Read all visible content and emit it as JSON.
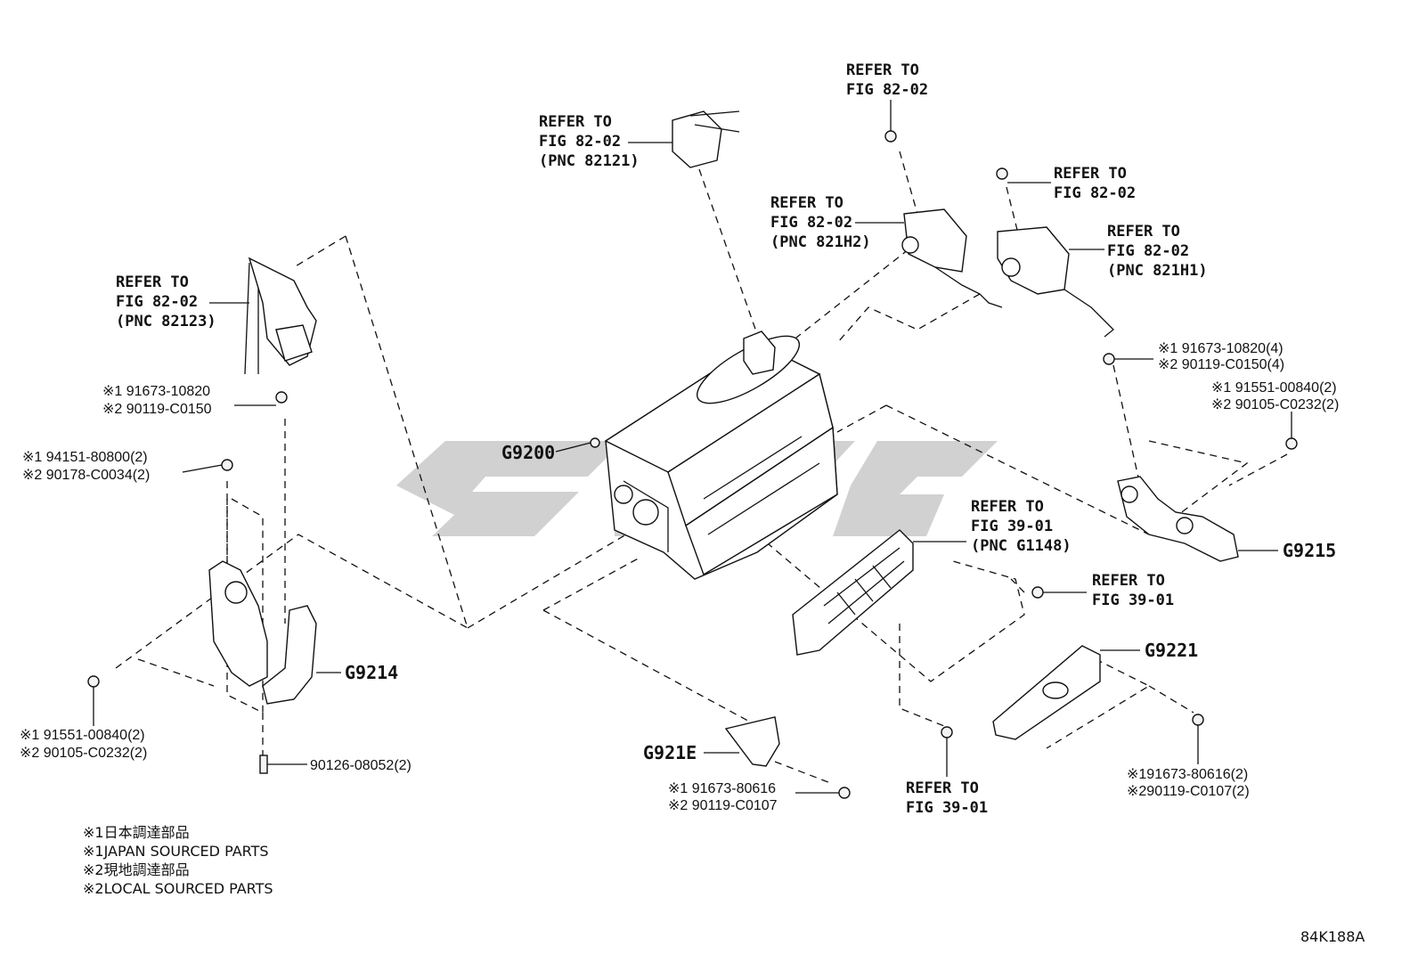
{
  "refs": {
    "r_82123": [
      "REFER TO",
      "FIG 82-02",
      "(PNC 82123)"
    ],
    "r_82121": [
      "REFER TO",
      "FIG 82-02",
      "(PNC 82121)"
    ],
    "r_top": [
      "REFER TO",
      "FIG 82-02"
    ],
    "r_821h2": [
      "REFER TO",
      "FIG 82-02",
      "(PNC 821H2)"
    ],
    "r_right_top": [
      "REFER TO",
      "FIG 82-02"
    ],
    "r_821h1": [
      "REFER TO",
      "FIG 82-02",
      "(PNC 821H1)"
    ],
    "r_g1148": [
      "REFER TO",
      "FIG 39-01",
      "(PNC G1148)"
    ],
    "r_39_right": [
      "REFER TO",
      "FIG 39-01"
    ],
    "r_39_bottom": [
      "REFER TO",
      "FIG 39-01"
    ]
  },
  "parts": {
    "g9200": "G9200",
    "g9214": "G9214",
    "g9215": "G9215",
    "g9221": "G9221",
    "g921e": "G921E"
  },
  "codes": {
    "c1": [
      "※1 91673-10820",
      "※2 90119-C0150"
    ],
    "c2": [
      "※1 94151-80800(2)",
      "※2 90178-C0034(2)"
    ],
    "c3": [
      "※1 91551-00840(2)",
      "※2 90105-C0232(2)"
    ],
    "c4": "90126-08052(2)",
    "c5": [
      "※1 91673-10820(4)",
      "※2 90119-C0150(4)"
    ],
    "c6": [
      "※1 91551-00840(2)",
      "※2 90105-C0232(2)"
    ],
    "c7": [
      "※1 91673-80616",
      "※2 90119-C0107"
    ],
    "c8": [
      "※191673-80616(2)",
      "※290119-C0107(2)"
    ]
  },
  "notes": [
    "※1日本調達部品",
    "※1JAPAN SOURCED PARTS",
    "※2現地調達部品",
    "※2LOCAL SOURCED PARTS"
  ],
  "diagram_id": "84K188A"
}
